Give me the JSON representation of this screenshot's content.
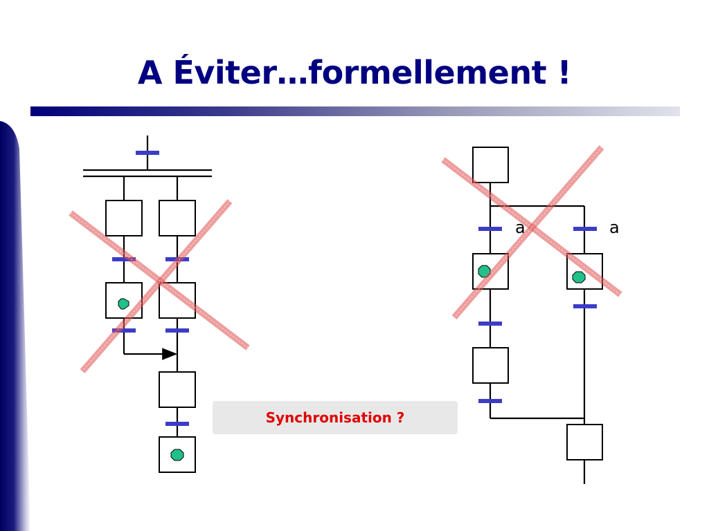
{
  "slide": {
    "title": "A Éviter…formellement !",
    "note": "Synchronisation ?"
  },
  "right_diagram": {
    "condition_labels": [
      "a",
      "a"
    ]
  },
  "colors": {
    "title": "#000080",
    "transition": "#3c3cc8",
    "token": "#22c08a",
    "cross": "#e05050",
    "note_text": "#e00000",
    "note_bg": "#e8e8e8"
  }
}
